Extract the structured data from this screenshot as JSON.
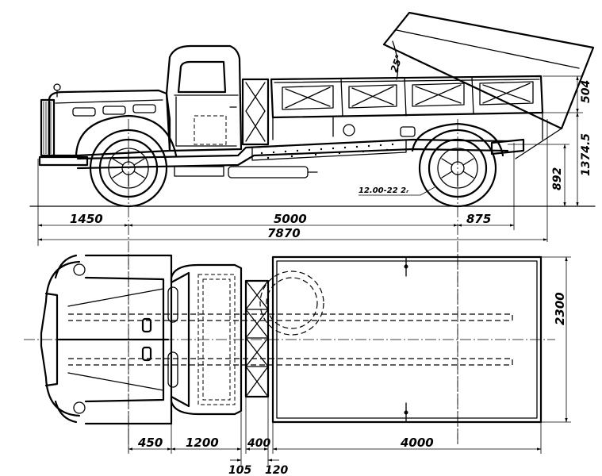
{
  "side_view": {
    "dimensions": {
      "front_overhang": "1450",
      "wheelbase": "5000",
      "rear_overhang": "875",
      "overall_length": "7870",
      "body_side_height": "504",
      "floor_height": "1374.5",
      "frame_height": "892",
      "tipping_angle": "25°"
    },
    "tire_size": "12.00-22 2ᵣ"
  },
  "top_view": {
    "dimensions": {
      "width": "2300",
      "d450": "450",
      "d1200": "1200",
      "d400": "400",
      "d4000": "4000",
      "d105": "105",
      "d120": "120"
    }
  }
}
